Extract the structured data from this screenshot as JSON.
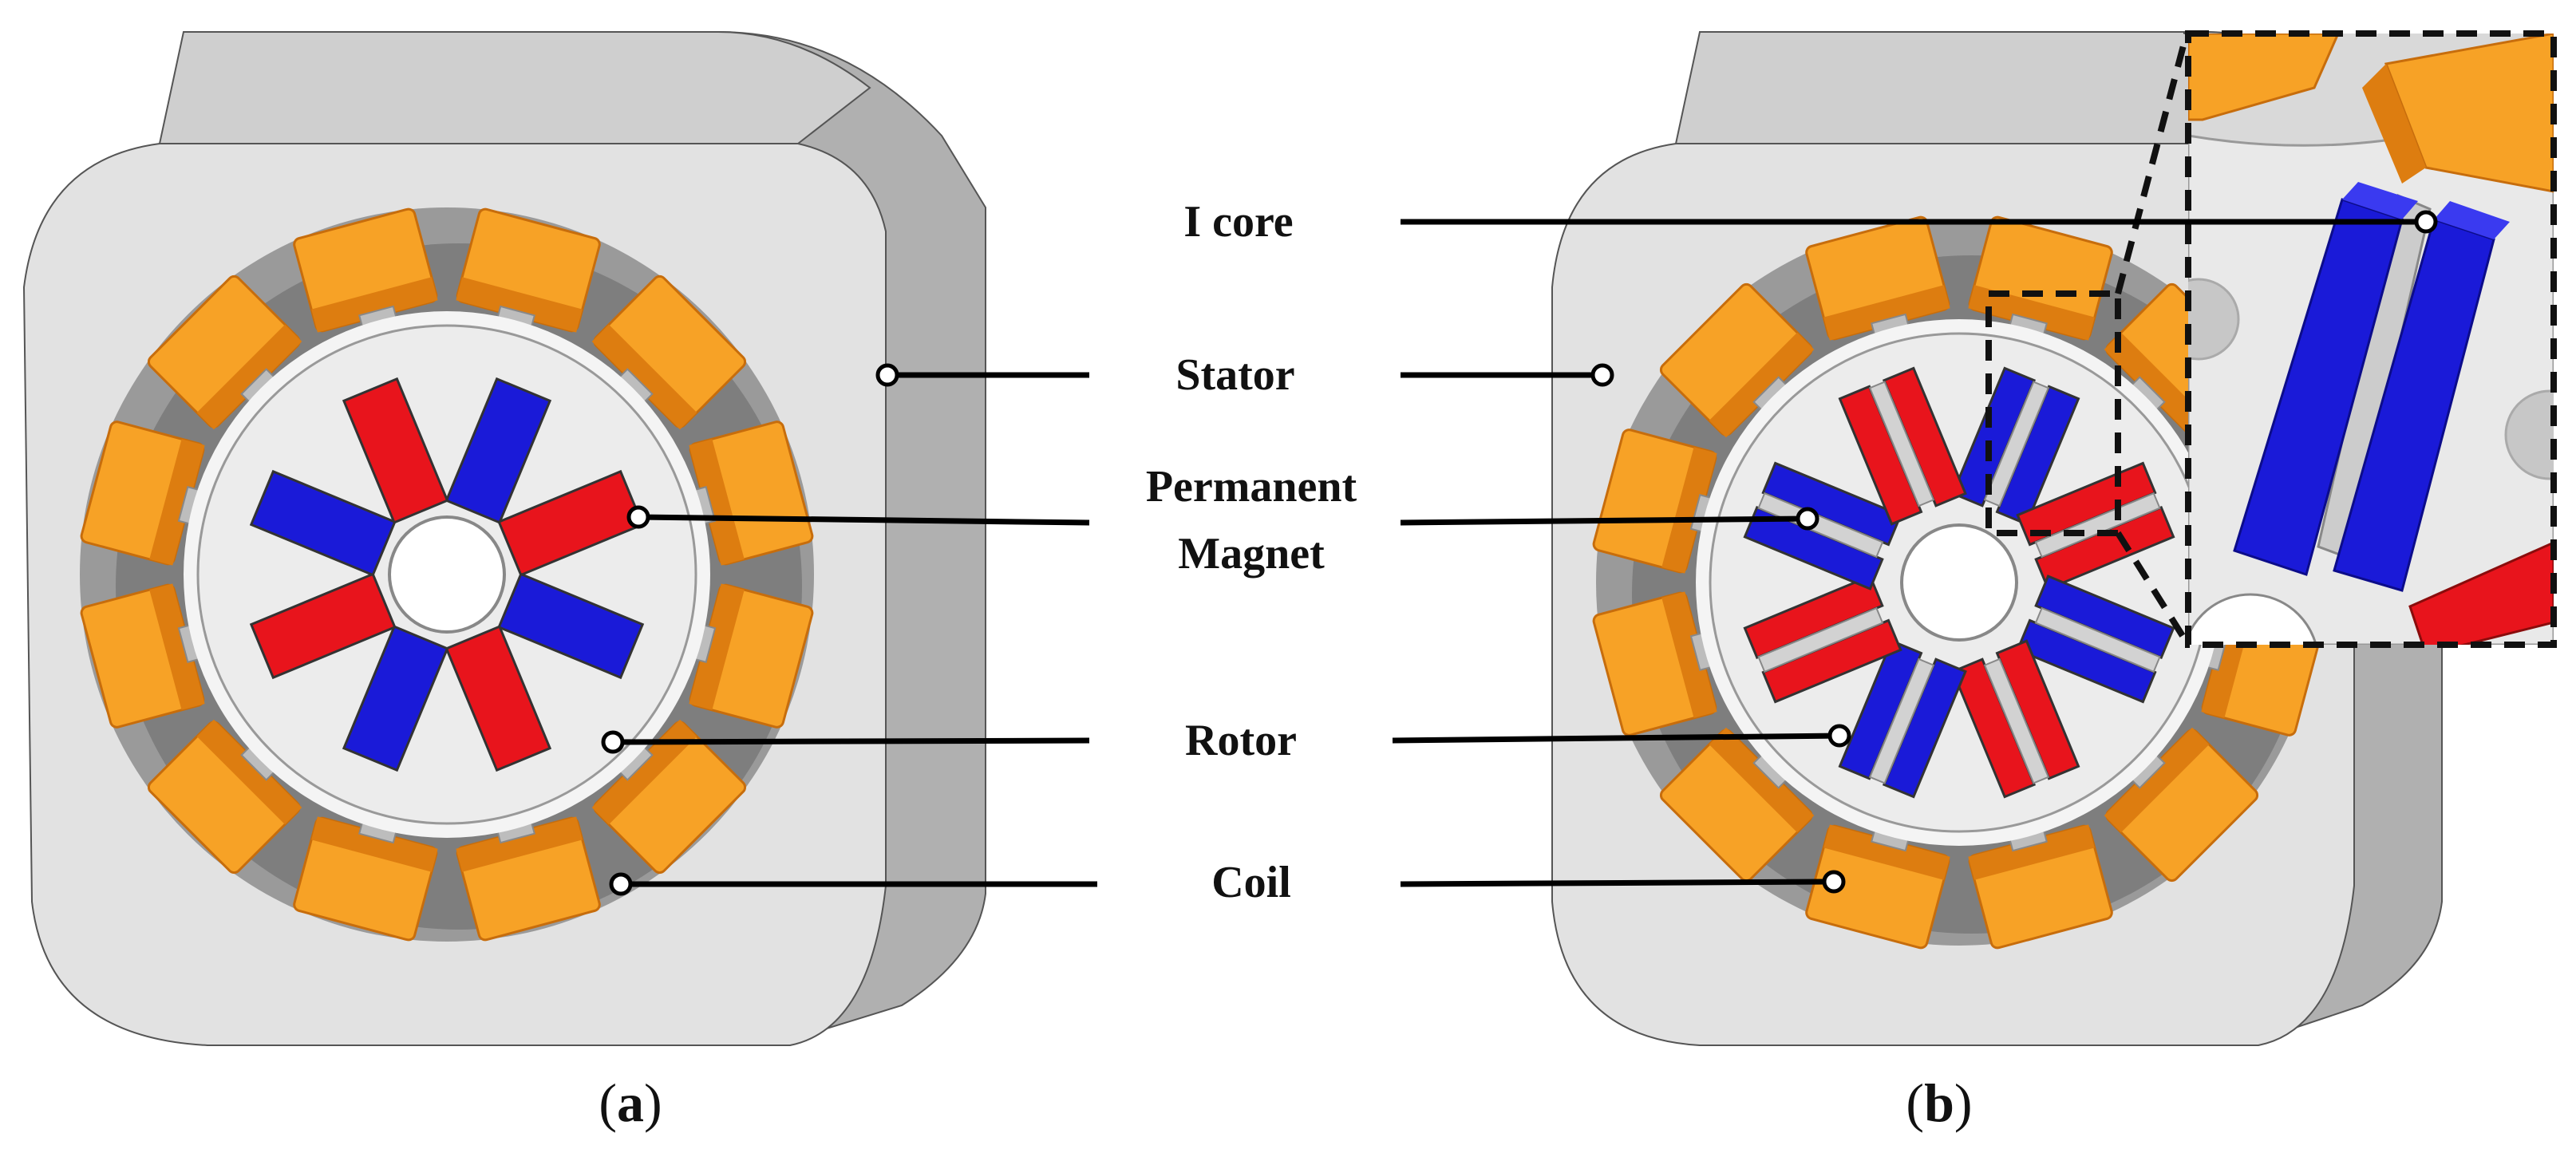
{
  "labels": {
    "i_core": "I core",
    "stator": "Stator",
    "permanent_magnet_line1": "Permanent",
    "permanent_magnet_line2": "Magnet",
    "rotor": "Rotor",
    "coil": "Coil"
  },
  "captions": {
    "a": {
      "open": "(",
      "letter": "a",
      "close": ")"
    },
    "b": {
      "open": "(",
      "letter": "b",
      "close": ")"
    }
  },
  "colors": {
    "stator": "#e2e2e2",
    "stator_side": "#b3b3b3",
    "coil": "#f7a226",
    "coil_dark": "#dd7d10",
    "magnet_red": "#e8141c",
    "magnet_blue": "#1a1ad8",
    "rotor": "#ececec",
    "i_core": "#d2d2d2"
  },
  "counts": {
    "coils": 12,
    "magnets_a": 8,
    "magnets_b": 16
  }
}
